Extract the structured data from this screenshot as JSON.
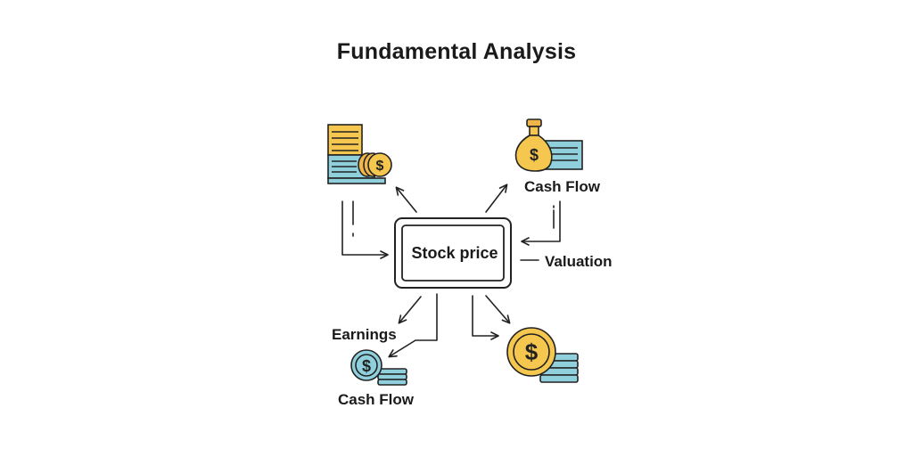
{
  "title": "Fundamental Analysis",
  "center": {
    "label": "Stock price"
  },
  "labels": {
    "cash_flow_top": "Cash Flow",
    "valuation": "Valuation",
    "earnings": "Earnings",
    "cash_flow_bottom": "Cash Flow"
  },
  "icons": {
    "top_left": "financial-statement-coins-icon",
    "top_right": "money-bag-document-icon",
    "bottom_left": "coin-stack-icon",
    "bottom_right": "large-coin-stack-icon"
  },
  "colors": {
    "outline": "#222222",
    "yellow": "#f5c74e",
    "blue": "#8fd0dc",
    "orange": "#f0b64a"
  }
}
